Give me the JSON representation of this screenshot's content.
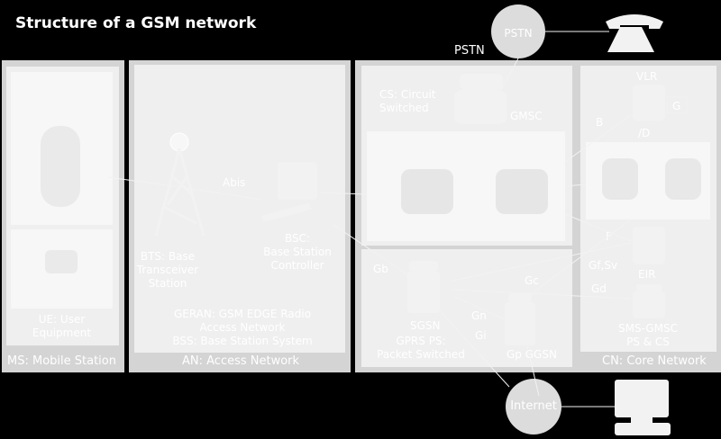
{
  "title": "Structure of a GSM network",
  "sections": {
    "ms": "MS: Mobile Station",
    "an": "AN: Access Network",
    "cn": "CN: Core Network"
  },
  "ms": {
    "ue": [
      "UE: User",
      "Equipment"
    ]
  },
  "an": {
    "bts": [
      "BTS: Base",
      "Transceiver",
      "Station"
    ],
    "bsc": [
      "BSC:",
      "Base Station",
      "Controller"
    ],
    "abis": "Abis",
    "geran": [
      "GERAN: GSM EDGE Radio",
      "Access Network",
      "BSS: Base Station System"
    ]
  },
  "cs": {
    "label": [
      "CS: Circuit",
      "Switched"
    ],
    "gmsc": "GMSC"
  },
  "ps": {
    "sgsn": "SGSN",
    "gprs": [
      "GPRS PS:",
      "Packet Switched"
    ],
    "ggsn": "Gp GGSN"
  },
  "core": {
    "vlr": "VLR",
    "g": "G",
    "d": "/D",
    "b": "B",
    "f": "F",
    "gfsv": "Gf,Sv",
    "gd": "Gd",
    "eir": "EIR",
    "smsgmsc": [
      "SMS-GMSC",
      "PS & CS"
    ]
  },
  "interfaces": {
    "gb": "Gb",
    "gc": "Gc",
    "gn": "Gn",
    "gi": "Gi"
  },
  "pstn": {
    "circle": "PSTN",
    "label": "PSTN"
  },
  "internet": "Internet",
  "icons": [
    "phone-icon",
    "computer-icon",
    "tower-icon",
    "bsc-icon",
    "msc-icon",
    "sgsn-icon",
    "ggsn-icon",
    "eir-icon",
    "vlr-icon",
    "sms-gmsc-icon"
  ]
}
